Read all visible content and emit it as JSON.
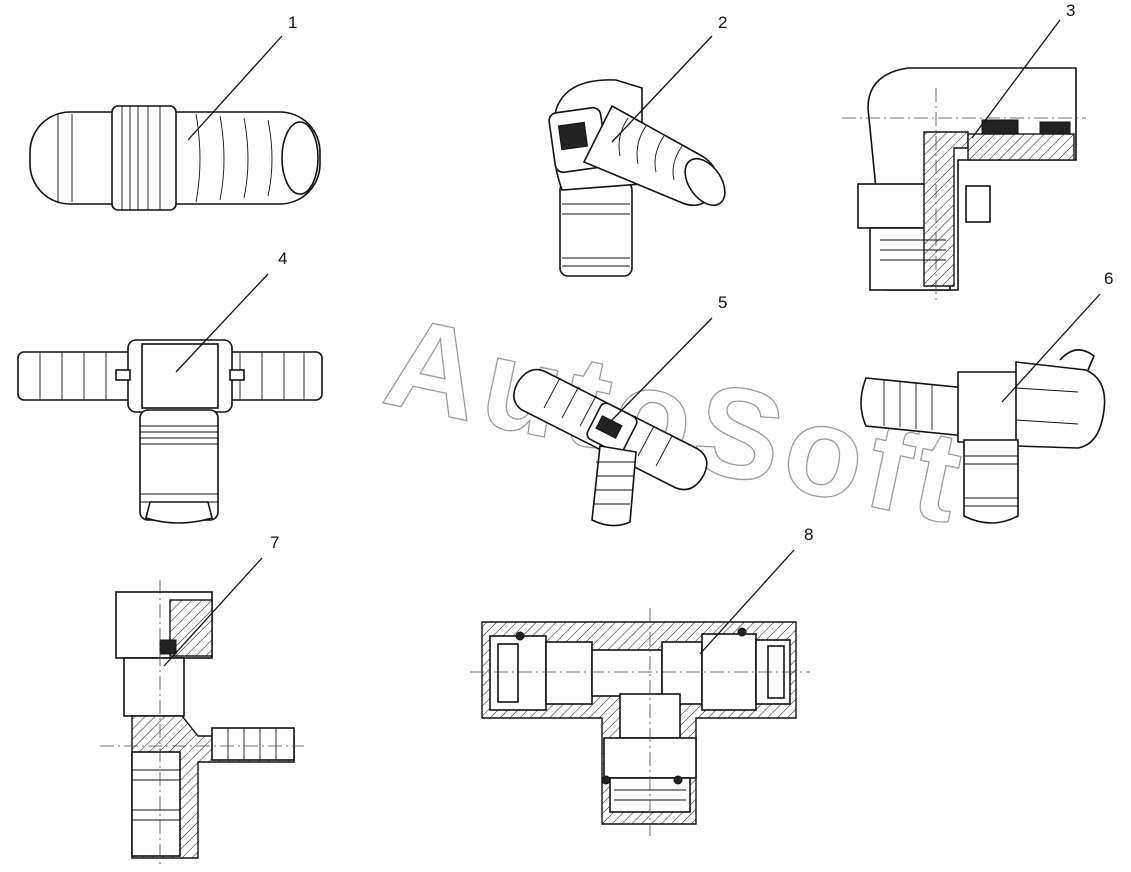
{
  "watermark": "AutoSoft",
  "callouts": [
    {
      "id": "1",
      "label": "1",
      "description": ""
    },
    {
      "id": "2",
      "label": "2",
      "description": ""
    },
    {
      "id": "3",
      "label": "3",
      "description": ""
    },
    {
      "id": "4",
      "label": "4",
      "description": ""
    },
    {
      "id": "5",
      "label": "5",
      "description": ""
    },
    {
      "id": "6",
      "label": "6",
      "description": ""
    },
    {
      "id": "7",
      "label": "7",
      "description": ""
    },
    {
      "id": "8",
      "label": "8",
      "description": ""
    }
  ],
  "colors": {
    "line": "#111111",
    "watermark": "#9a9a9a",
    "background": "#ffffff"
  }
}
